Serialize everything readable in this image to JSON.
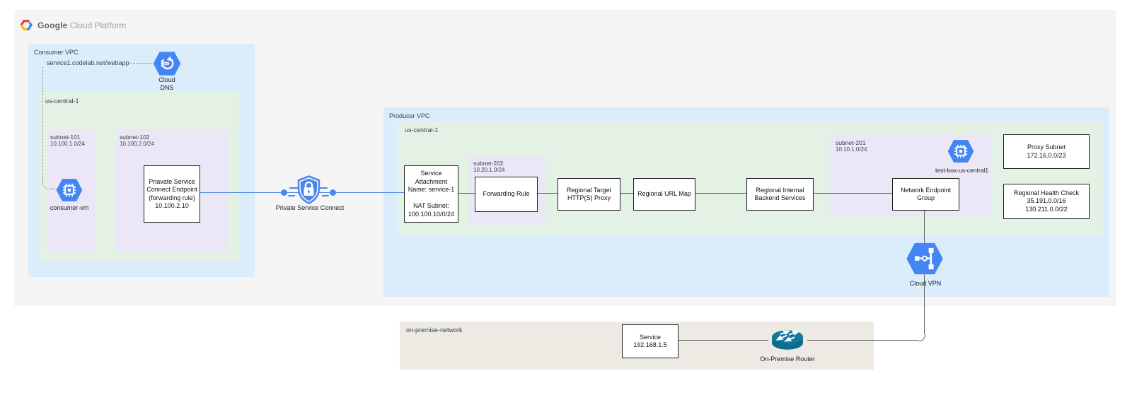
{
  "logo": {
    "part1": "Google",
    "part2": "Cloud Platform"
  },
  "consumer_vpc": {
    "label": "Consumer VPC",
    "dns_record": "service1.codelab.net/webapp",
    "cloud_dns": {
      "line1": "Cloud",
      "line2": "DNS"
    },
    "region_label": "us-central-1",
    "subnet101": {
      "name": "subnet-101",
      "cidr": "10.100.1.0/24"
    },
    "consumer_vm_label": "consumer-vm",
    "subnet102": {
      "name": "subnet-102",
      "cidr": "10.100.2.0/24"
    },
    "psc_endpoint": {
      "l1": "Priavate Service",
      "l2": "Connect Endpoint",
      "l3": "(forwarding rule)",
      "l4": "10.100.2.10"
    }
  },
  "psc": {
    "label": "Private Service Connect"
  },
  "producer_vpc": {
    "label": "Producer VPC",
    "region_label": "us-central-1",
    "service_attachment": {
      "l1": "Service",
      "l2": "Attachment",
      "l3": "Name: service-1",
      "l4": "",
      "l5": "NAT Subnet:",
      "l6": "100.100.10/0/24"
    },
    "subnet202": {
      "name": "subnet-202",
      "cidr": "10.20.1.0/24"
    },
    "forwarding_rule": "Forwarding Rule",
    "target_proxy": {
      "l1": "Regional Target",
      "l2": "HTTP(S) Proxy"
    },
    "url_map": "Regional URL Map",
    "backend_services": {
      "l1": "Regional Internal",
      "l2": "Backend Services"
    },
    "subnet201": {
      "name": "subnet-201",
      "cidr": "10.10.1.0/24"
    },
    "test_box_label": "test-box-us-central1",
    "neg": {
      "l1": "Network Endpoint",
      "l2": "Group"
    },
    "proxy_subnet": {
      "l1": "Proxy Subnet",
      "l2": "172.16.0.0/23"
    },
    "health_check": {
      "l1": "Regional Health Check",
      "l2": "35.191.0.0/16",
      "l3": "130.211.0.0/22"
    },
    "cloud_vpn_label": "Cloud VPN"
  },
  "onprem": {
    "label": "on-premise-network",
    "service": {
      "l1": "Service",
      "l2": "192.168.1.5"
    },
    "router_label": "On-Premise Router"
  },
  "colors": {
    "vpc_blue": "#dbecfb",
    "region_green": "#e4f2e6",
    "subnet_purple": "#ece7f6",
    "onprem_tan": "#edeae4",
    "panel_gray": "#f5f5f6",
    "accent_blue": "#4e86ec",
    "icon_blue": "#4285f4",
    "router_teal": "#11708f",
    "line_gray": "#616161"
  }
}
